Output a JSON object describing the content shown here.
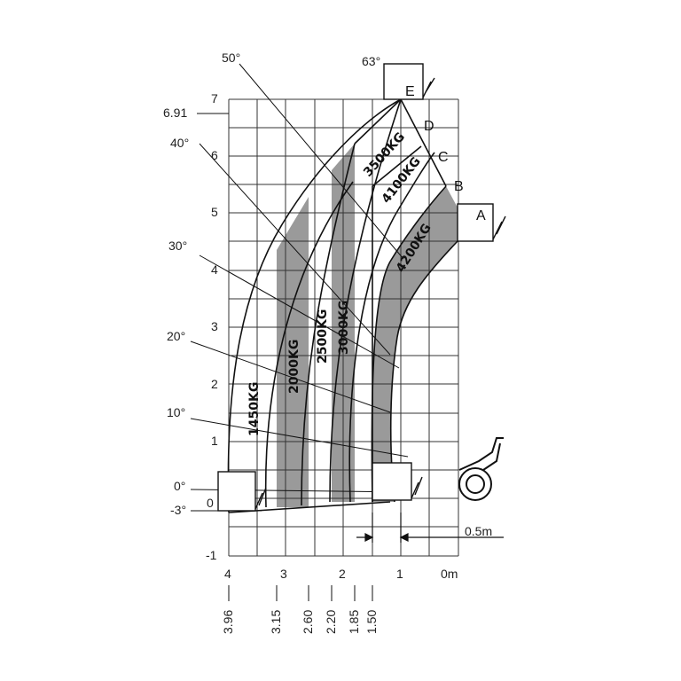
{
  "y_axis": {
    "ticks": [
      "7",
      "6",
      "5",
      "4",
      "3",
      "2",
      "1",
      "0",
      "-1"
    ],
    "max_height_label": "6.91"
  },
  "x_axis": {
    "ticks": [
      "4",
      "3",
      "2",
      "1",
      "0m"
    ],
    "reach_labels": [
      "3.96",
      "3.15",
      "2.60",
      "2.20",
      "1.85",
      "1.50"
    ]
  },
  "angles": [
    "63°",
    "50°",
    "40°",
    "30°",
    "20°",
    "10°",
    "0°",
    "-3°"
  ],
  "load_zones": [
    "1450KG",
    "2000KG",
    "2500KG",
    "3000KG",
    "3500KG",
    "4100KG",
    "4200KG"
  ],
  "boom_points": [
    "A",
    "B",
    "C",
    "D",
    "E"
  ],
  "scale_label": "0.5m"
}
